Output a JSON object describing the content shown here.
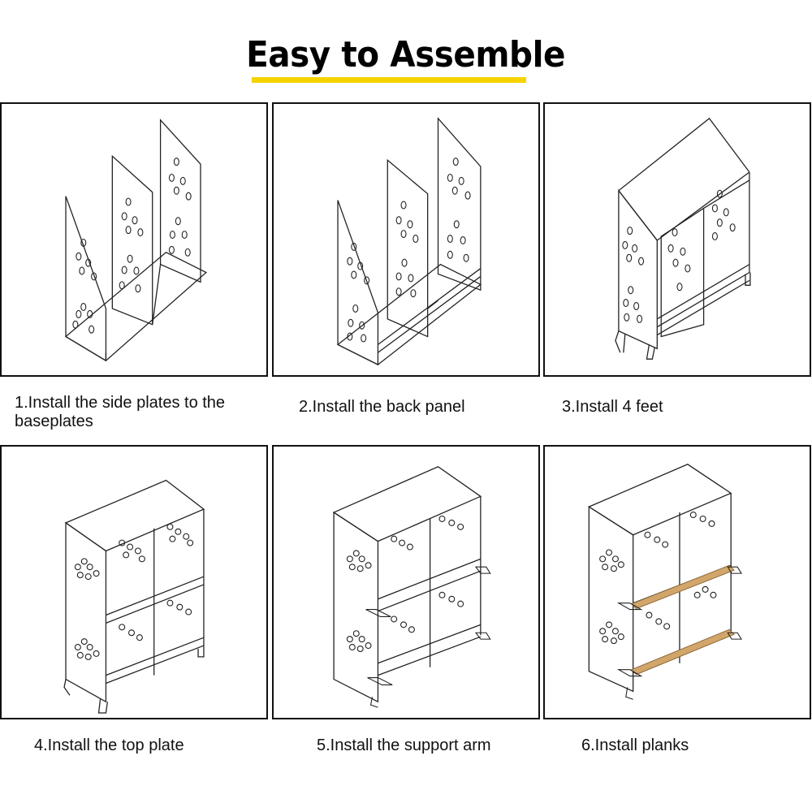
{
  "header": {
    "title": "Easy to Assemble",
    "accent_color": "#f5d300"
  },
  "steps": [
    {
      "caption": "1.Install the side plates to the baseplates"
    },
    {
      "caption": "2.Install the back panel"
    },
    {
      "caption": "3.Install 4 feet"
    },
    {
      "caption": "4.Install the top plate"
    },
    {
      "caption": "5.Install the support arm"
    },
    {
      "caption": "6.Install planks"
    }
  ],
  "colors": {
    "line": "#222222",
    "plank": "#d2a66b",
    "plank_edge": "#8a6535"
  }
}
